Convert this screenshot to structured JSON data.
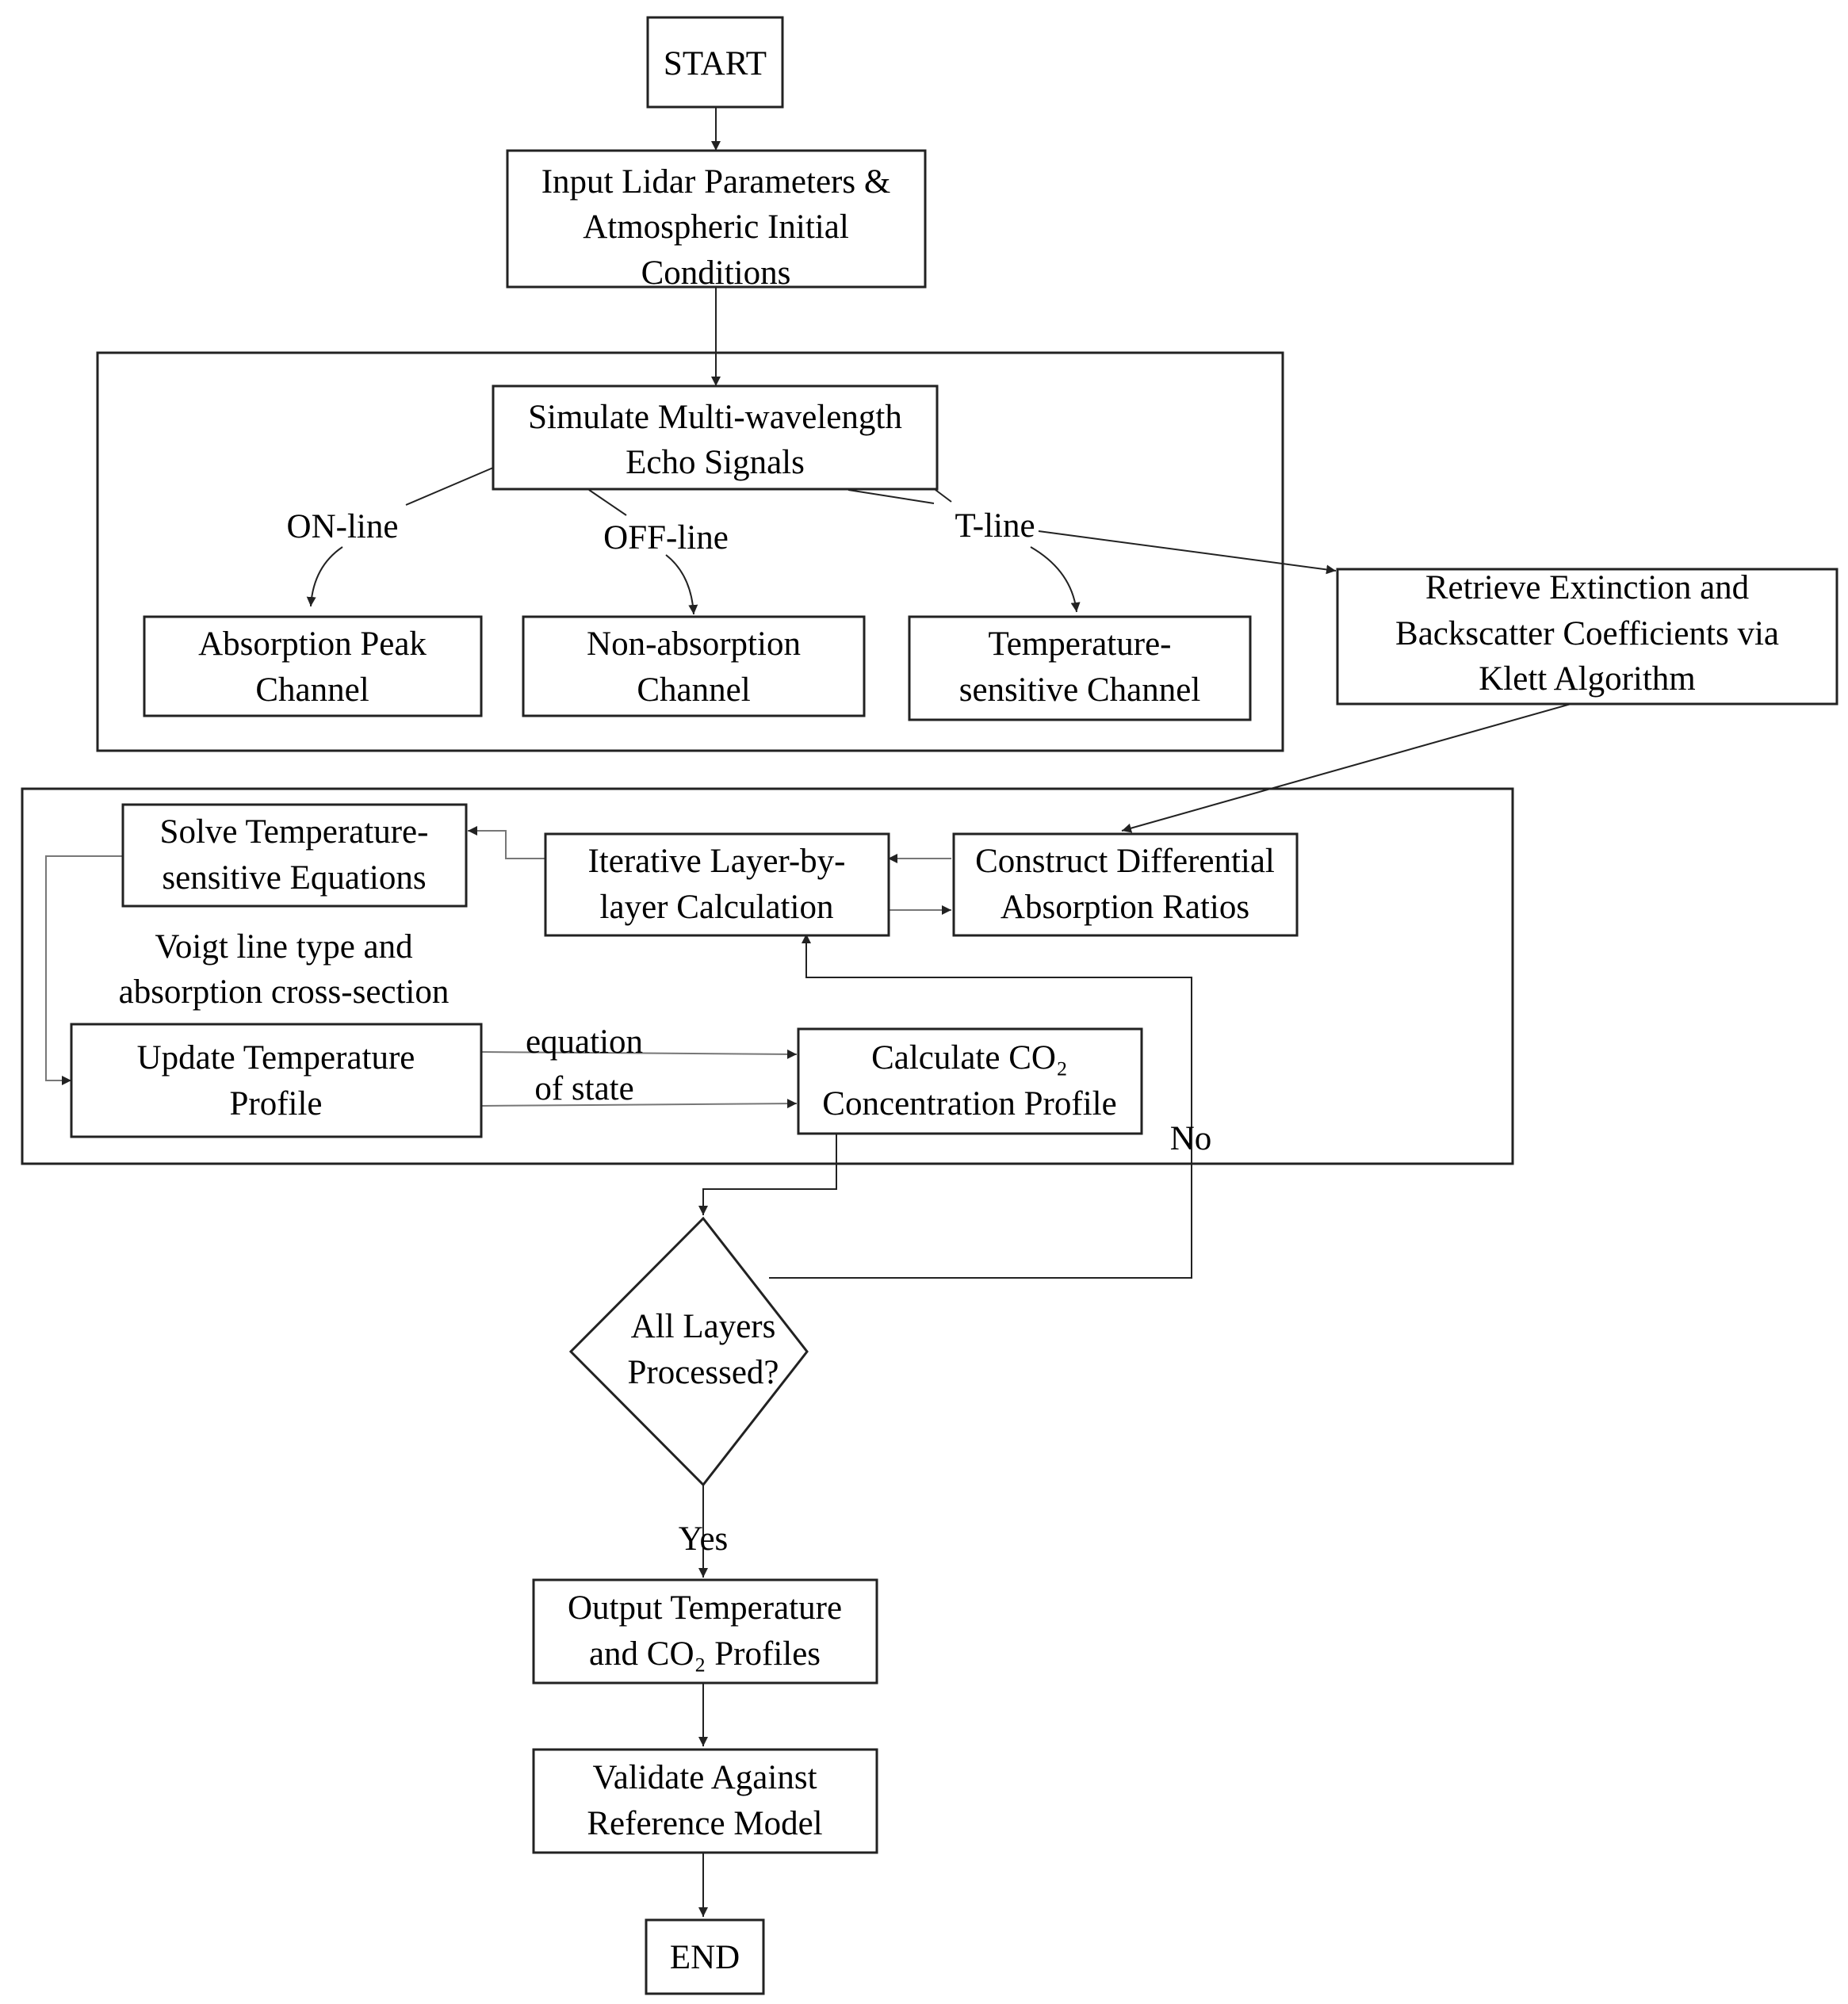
{
  "nodes": {
    "start": "START",
    "input": [
      "Input Lidar Parameters &",
      "Atmospheric Initial",
      "Conditions"
    ],
    "simulate": [
      "Simulate Multi-wavelength",
      "Echo Signals"
    ],
    "absorption_peak": [
      "Absorption Peak",
      "Channel"
    ],
    "non_absorption": [
      "Non-absorption",
      "Channel"
    ],
    "temperature_sensitive": [
      "Temperature-",
      "sensitive Channel"
    ],
    "retrieve": [
      "Retrieve Extinction and",
      "Backscatter Coefficients via",
      "Klett Algorithm"
    ],
    "solve": [
      "Solve Temperature-",
      "sensitive Equations"
    ],
    "iterative": [
      "Iterative Layer-by-",
      "layer Calculation"
    ],
    "construct": [
      "Construct Differential",
      "Absorption Ratios"
    ],
    "update": [
      "Update Temperature",
      "Profile"
    ],
    "calculate": [
      "Calculate CO₂",
      "Concentration Profile"
    ],
    "decision": [
      "All Layers",
      "Processed?"
    ],
    "output": [
      "Output Temperature",
      "and CO₂ Profiles"
    ],
    "validate": [
      "Validate Against",
      "Reference Model"
    ],
    "end": "END"
  },
  "edge_labels": {
    "on_line": "ON-line",
    "off_line": "OFF-line",
    "t_line": "T-line",
    "voigt": [
      "Voigt line type and",
      "absorption cross-section"
    ],
    "equation_of_state": [
      "equation",
      "of state"
    ],
    "no": "No",
    "yes": "Yes"
  }
}
